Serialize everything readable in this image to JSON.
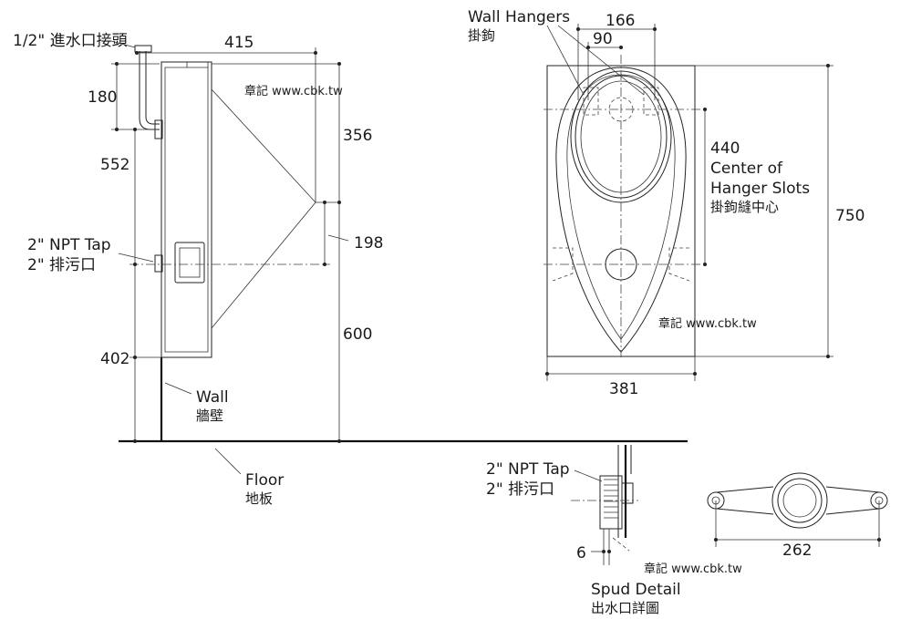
{
  "side_view": {
    "inlet_label": "1/2\" 進水口接頭",
    "dim_415": "415",
    "dim_180": "180",
    "dim_552": "552",
    "dim_356": "356",
    "dim_198": "198",
    "dim_600": "600",
    "dim_402": "402",
    "tap_label": "2\" NPT Tap",
    "tap_label_cn": "2\" 排污口",
    "wall_label": "Wall",
    "wall_label_cn": "牆壁",
    "floor_label": "Floor",
    "floor_label_cn": "地板",
    "watermark": "章記 www.cbk.tw"
  },
  "front_view": {
    "hangers_label": "Wall Hangers",
    "hangers_label_cn": "掛鉤",
    "dim_166": "166",
    "dim_90": "90",
    "dim_440": "440",
    "center_label_1": "Center of",
    "center_label_2": "Hanger Slots",
    "center_label_cn": "掛鉤縫中心",
    "dim_750": "750",
    "dim_381": "381",
    "watermark": "章記 www.cbk.tw"
  },
  "spud_detail": {
    "tap_label": "2\" NPT Tap",
    "tap_label_cn": "2\" 排污口",
    "dim_6": "6",
    "dim_262": "262",
    "title": "Spud Detail",
    "title_cn": "出水口詳圖",
    "watermark": "章記 www.cbk.tw"
  }
}
